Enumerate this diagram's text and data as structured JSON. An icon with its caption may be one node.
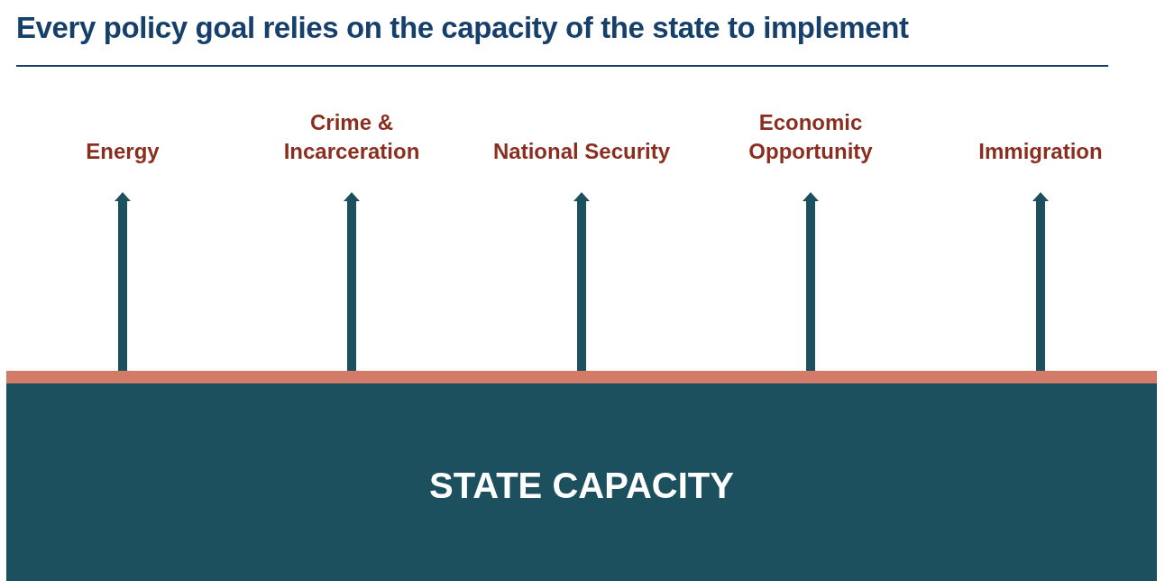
{
  "diagram": {
    "title": "Every policy goal relies on the capacity of the state to implement",
    "nodes": [
      {
        "text": [
          "STATE CAPACITY"
        ]
      },
      {
        "text": [
          "Energy"
        ]
      },
      {
        "text": [
          "Crime & Incarceration"
        ]
      },
      {
        "text": [
          "National Security"
        ]
      },
      {
        "text": [
          "Economic Opportunity"
        ]
      },
      {
        "text": [
          "Immigration"
        ]
      }
    ],
    "edges": [
      {
        "from": 0,
        "to": 1,
        "arrow": "to"
      },
      {
        "from": 0,
        "to": 2,
        "arrow": "to"
      },
      {
        "from": 0,
        "to": 3,
        "arrow": "to"
      },
      {
        "from": 0,
        "to": 4,
        "arrow": "to"
      },
      {
        "from": 0,
        "to": 5,
        "arrow": "to"
      }
    ]
  }
}
